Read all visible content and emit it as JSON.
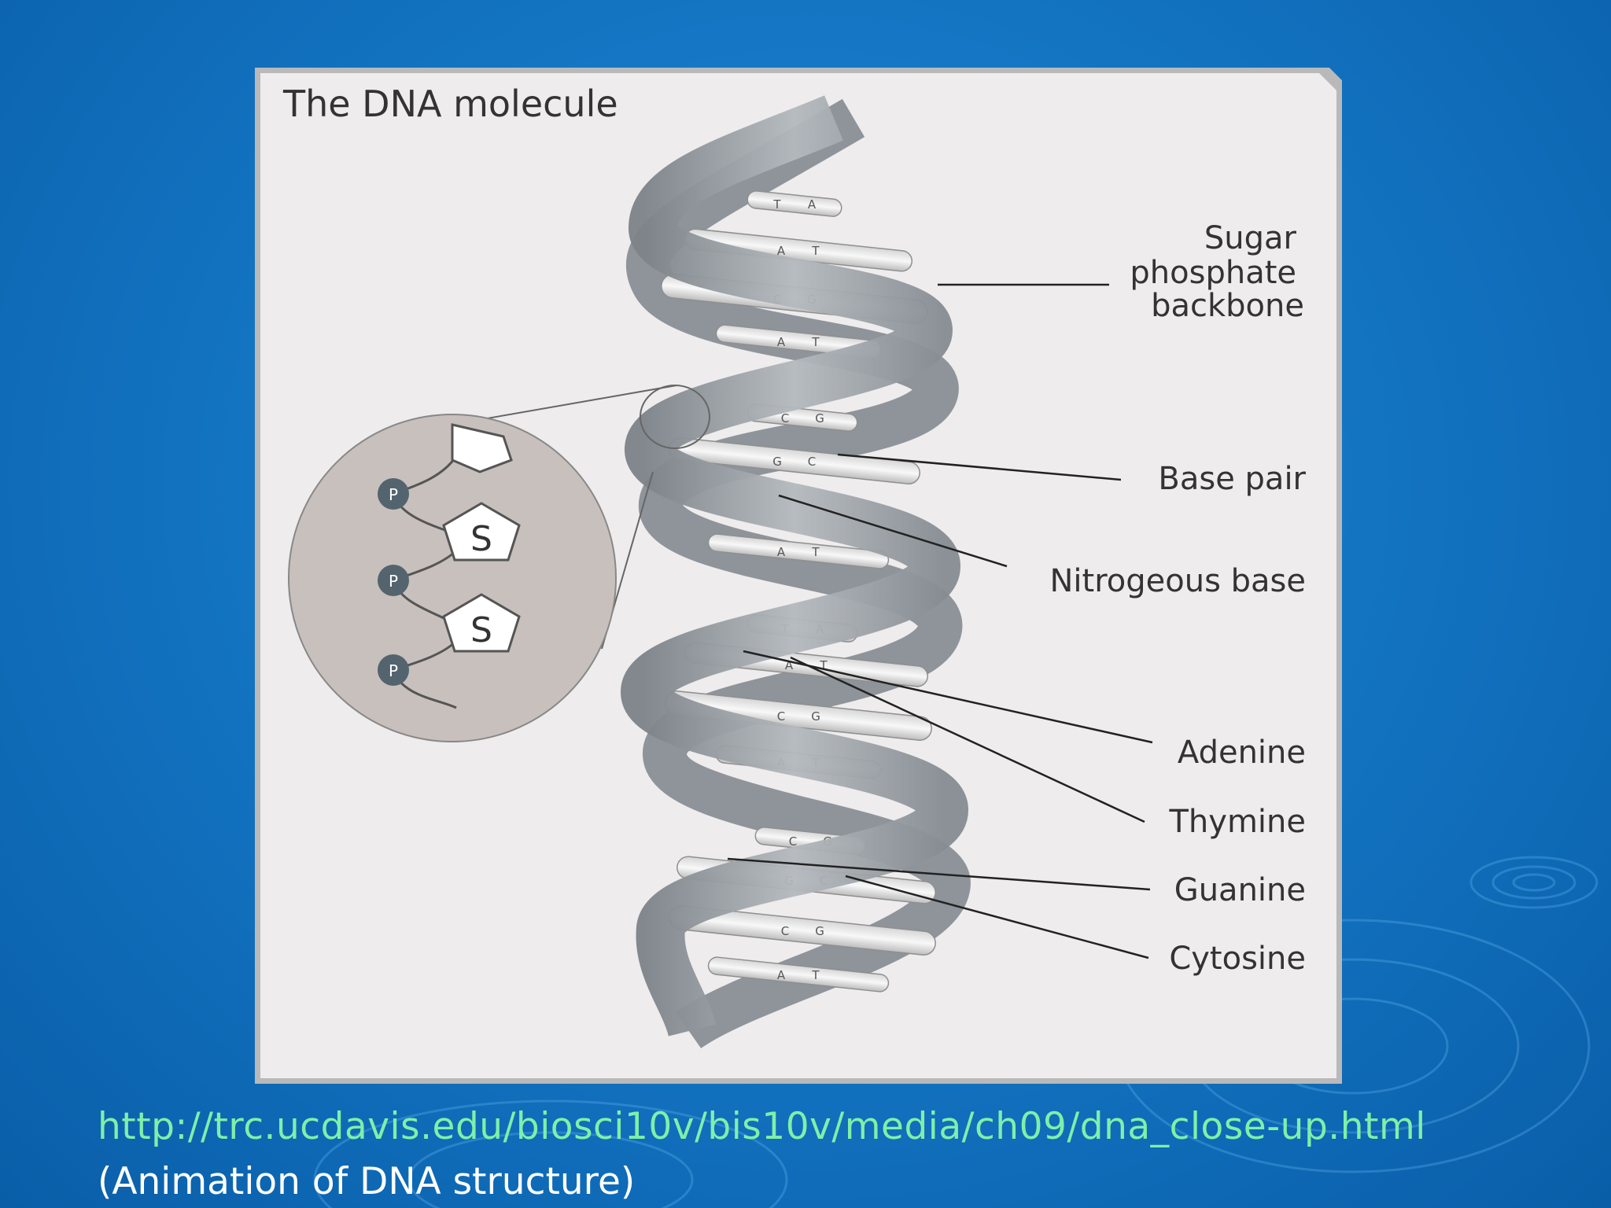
{
  "slide": {
    "link": "http://trc.ucdavis.edu/biosci10v/bis10v/media/ch09/dna_close-up.html",
    "note": "(Animation of DNA structure)"
  },
  "diagram": {
    "title": "The DNA  molecule",
    "labels": {
      "backbone": [
        "Sugar",
        "phosphate",
        "backbone"
      ],
      "base_pair": "Base pair",
      "nitrogenous_base": "Nitrogeous base",
      "adenine": "Adenine",
      "thymine": "Thymine",
      "guanine": "Guanine",
      "cytosine": "Cytosine"
    },
    "base_pairs": [
      [
        "T",
        "A"
      ],
      [
        "A",
        "T"
      ],
      [
        "C",
        "G"
      ],
      [
        "A",
        "T"
      ],
      [
        "C",
        "G"
      ],
      [
        "G",
        "C"
      ],
      [
        "A",
        "T"
      ],
      [
        "T",
        "A"
      ],
      [
        "A",
        "T"
      ],
      [
        "C",
        "G"
      ],
      [
        "A",
        "T"
      ],
      [
        "C",
        "G"
      ],
      [
        "G",
        "C"
      ],
      [
        "C",
        "G"
      ],
      [
        "A",
        "T"
      ]
    ],
    "inset": {
      "phosphate": "P",
      "sugar": "S"
    }
  },
  "colors": {
    "background": "#1272c0",
    "link": "#7ff0a8",
    "panel": "#eeecec",
    "strand": "#9aa0a6",
    "inset_fill": "#c8c0bc"
  }
}
